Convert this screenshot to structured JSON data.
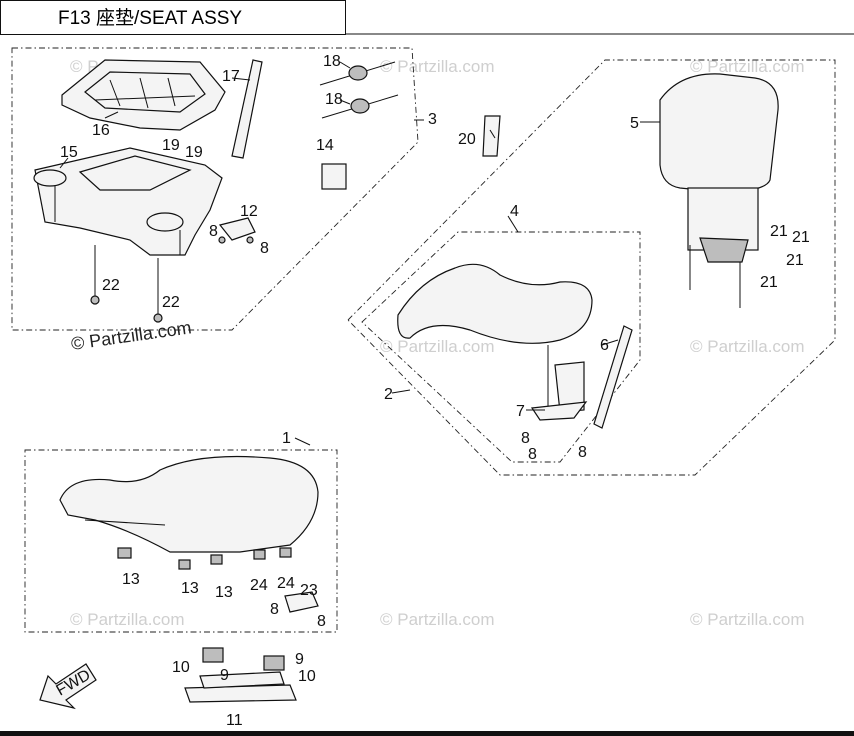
{
  "title": "F13 座垫/SEAT ASSY",
  "watermark_main": "© Partzilla.com",
  "watermark_faint": "© Partzilla.com",
  "fwd_label": "FWD",
  "callouts": [
    "1",
    "2",
    "3",
    "4",
    "5",
    "6",
    "7",
    "8",
    "8",
    "8",
    "8",
    "8",
    "8",
    "8",
    "9",
    "9",
    "10",
    "10",
    "11",
    "12",
    "13",
    "13",
    "13",
    "14",
    "15",
    "16",
    "17",
    "18",
    "18",
    "19",
    "19",
    "20",
    "21",
    "21",
    "21",
    "21",
    "22",
    "22",
    "23",
    "24",
    "24"
  ]
}
